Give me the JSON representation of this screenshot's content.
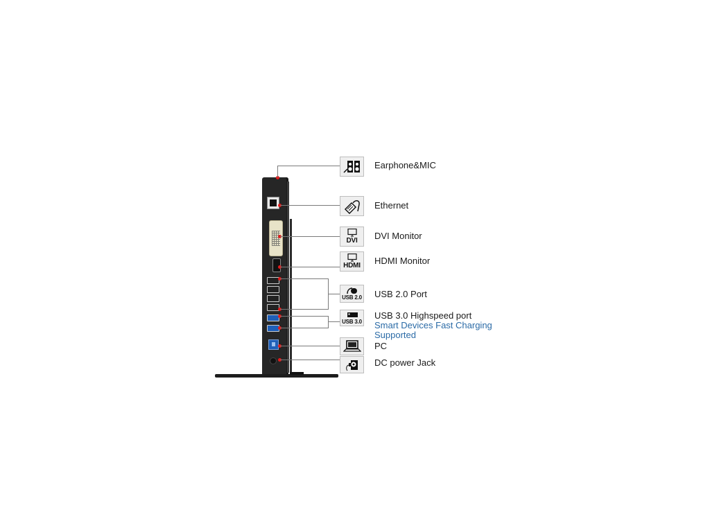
{
  "diagram": {
    "type": "docking-station-port-legend",
    "accent_color": "#e21b1b",
    "highlight_text_color": "#2a6aa6",
    "ports": [
      {
        "id": "audio",
        "icon": "speakers-icon",
        "icon_caption": "",
        "label": "Earphone&MIC"
      },
      {
        "id": "ethernet",
        "icon": "ethernet-cable-icon",
        "icon_caption": "",
        "label": "Ethernet"
      },
      {
        "id": "dvi",
        "icon": "monitor-icon",
        "icon_caption": "DVI",
        "label": "DVI Monitor"
      },
      {
        "id": "hdmi",
        "icon": "monitor-icon",
        "icon_caption": "HDMI",
        "label": "HDMI Monitor"
      },
      {
        "id": "usb2",
        "icon": "usb-plug-icon",
        "icon_caption": "USB 2.0",
        "label": "USB 2.0 Port"
      },
      {
        "id": "usb3",
        "icon": "usb-plug-icon",
        "icon_caption": "USB 3.0",
        "label": "USB 3.0 Highspeed port",
        "note_line1": "Smart Devices Fast Charging",
        "note_line2": "Supported"
      },
      {
        "id": "pc",
        "icon": "laptop-icon",
        "icon_caption": "",
        "label": "PC"
      },
      {
        "id": "dc",
        "icon": "power-plug-icon",
        "icon_caption": "",
        "label": "DC power Jack"
      }
    ]
  }
}
